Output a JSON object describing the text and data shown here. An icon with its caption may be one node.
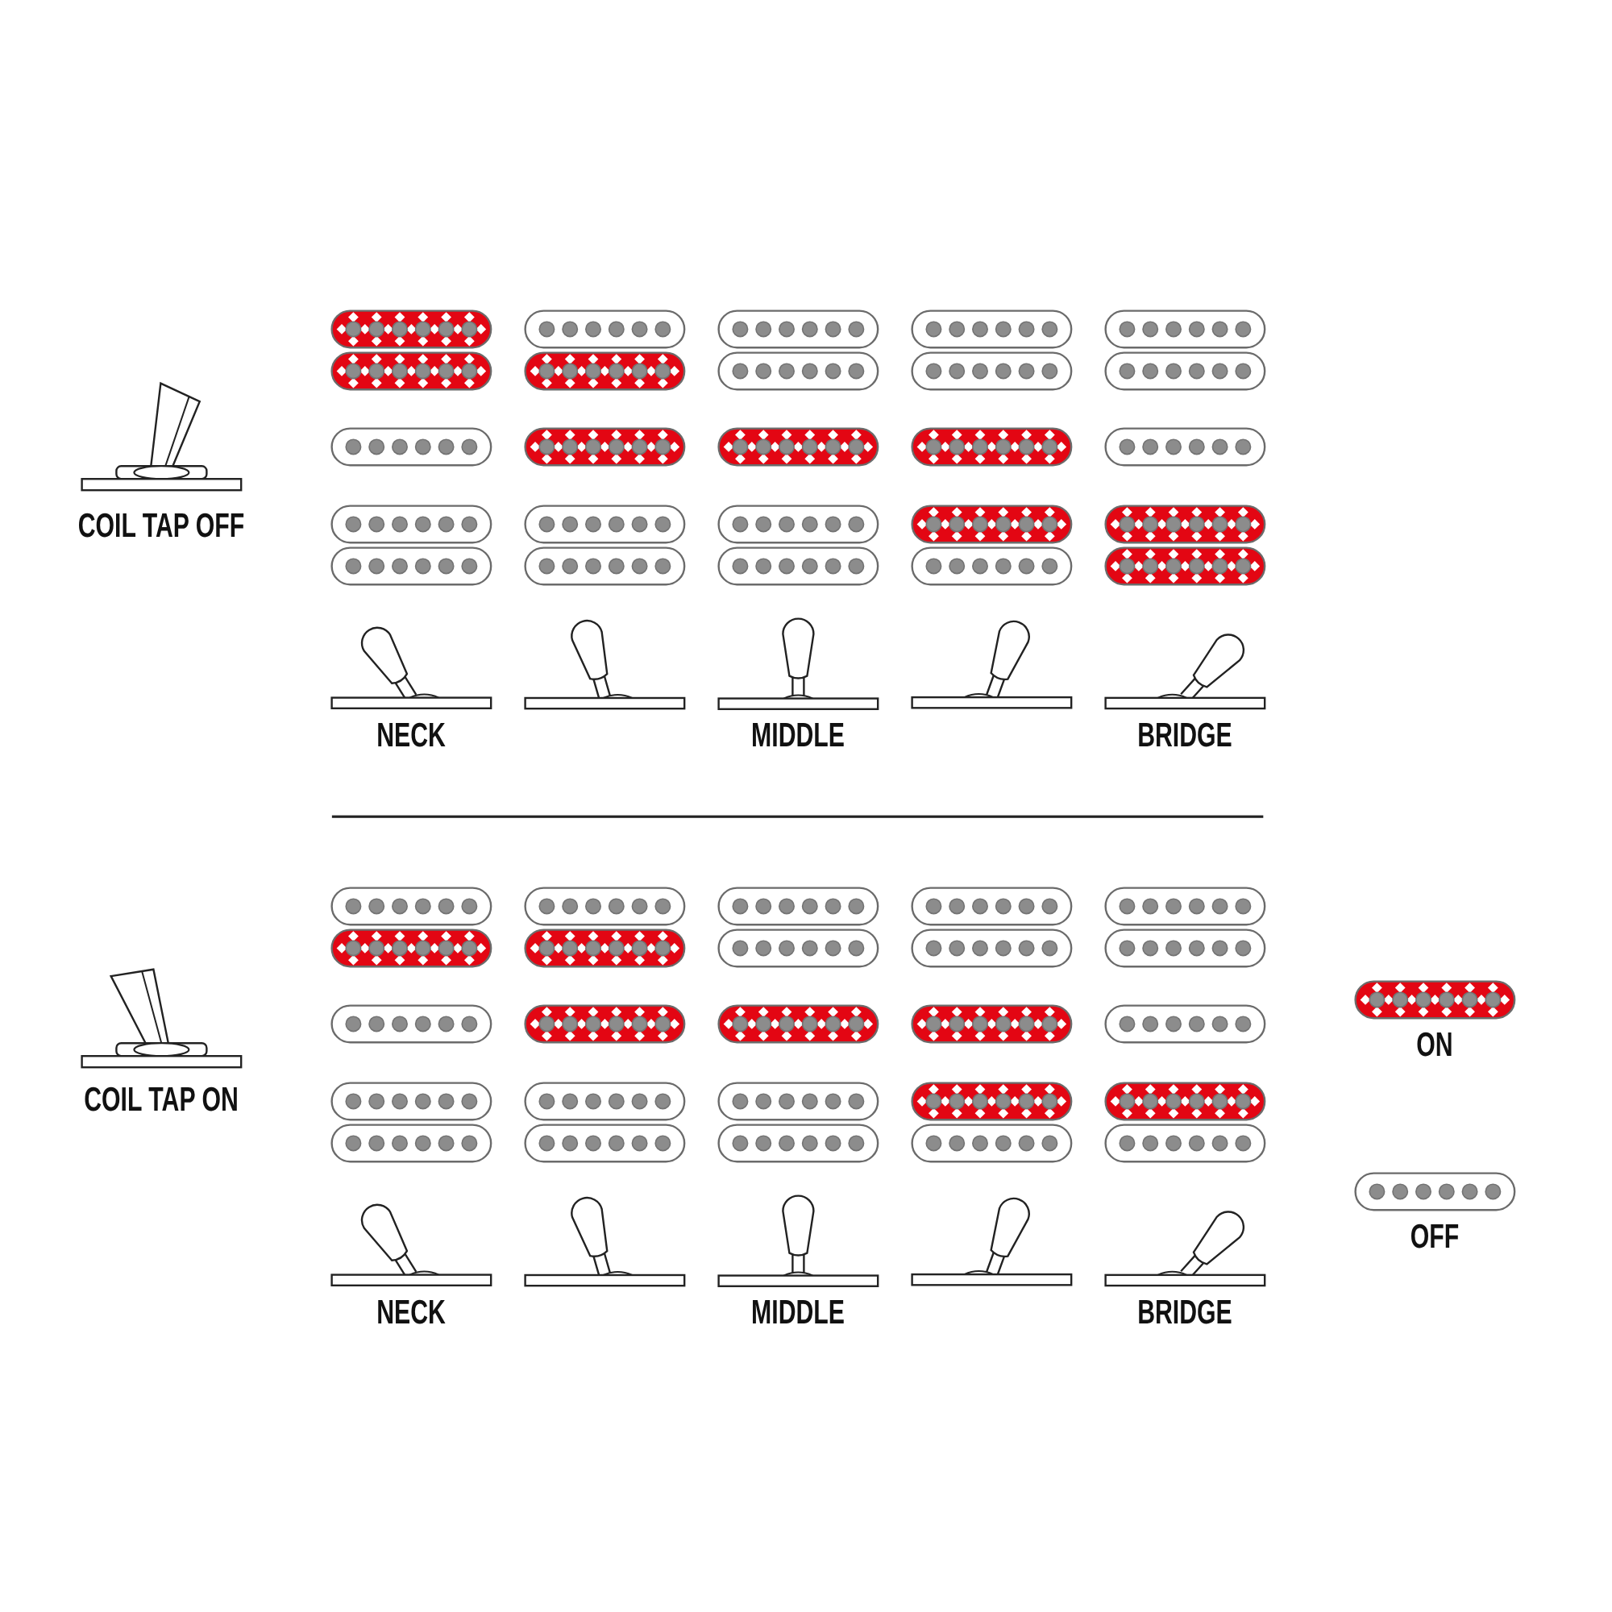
{
  "diagram": {
    "labels": [
      "COIL TAP OFF",
      "NECK",
      "MIDDLE",
      "BRIDGE",
      "COIL TAP ON",
      "NECK",
      "MIDDLE",
      "BRIDGE"
    ],
    "legend": [
      {
        "text": "ON",
        "color": "#e30613"
      },
      {
        "text": "OFF"
      }
    ]
  }
}
